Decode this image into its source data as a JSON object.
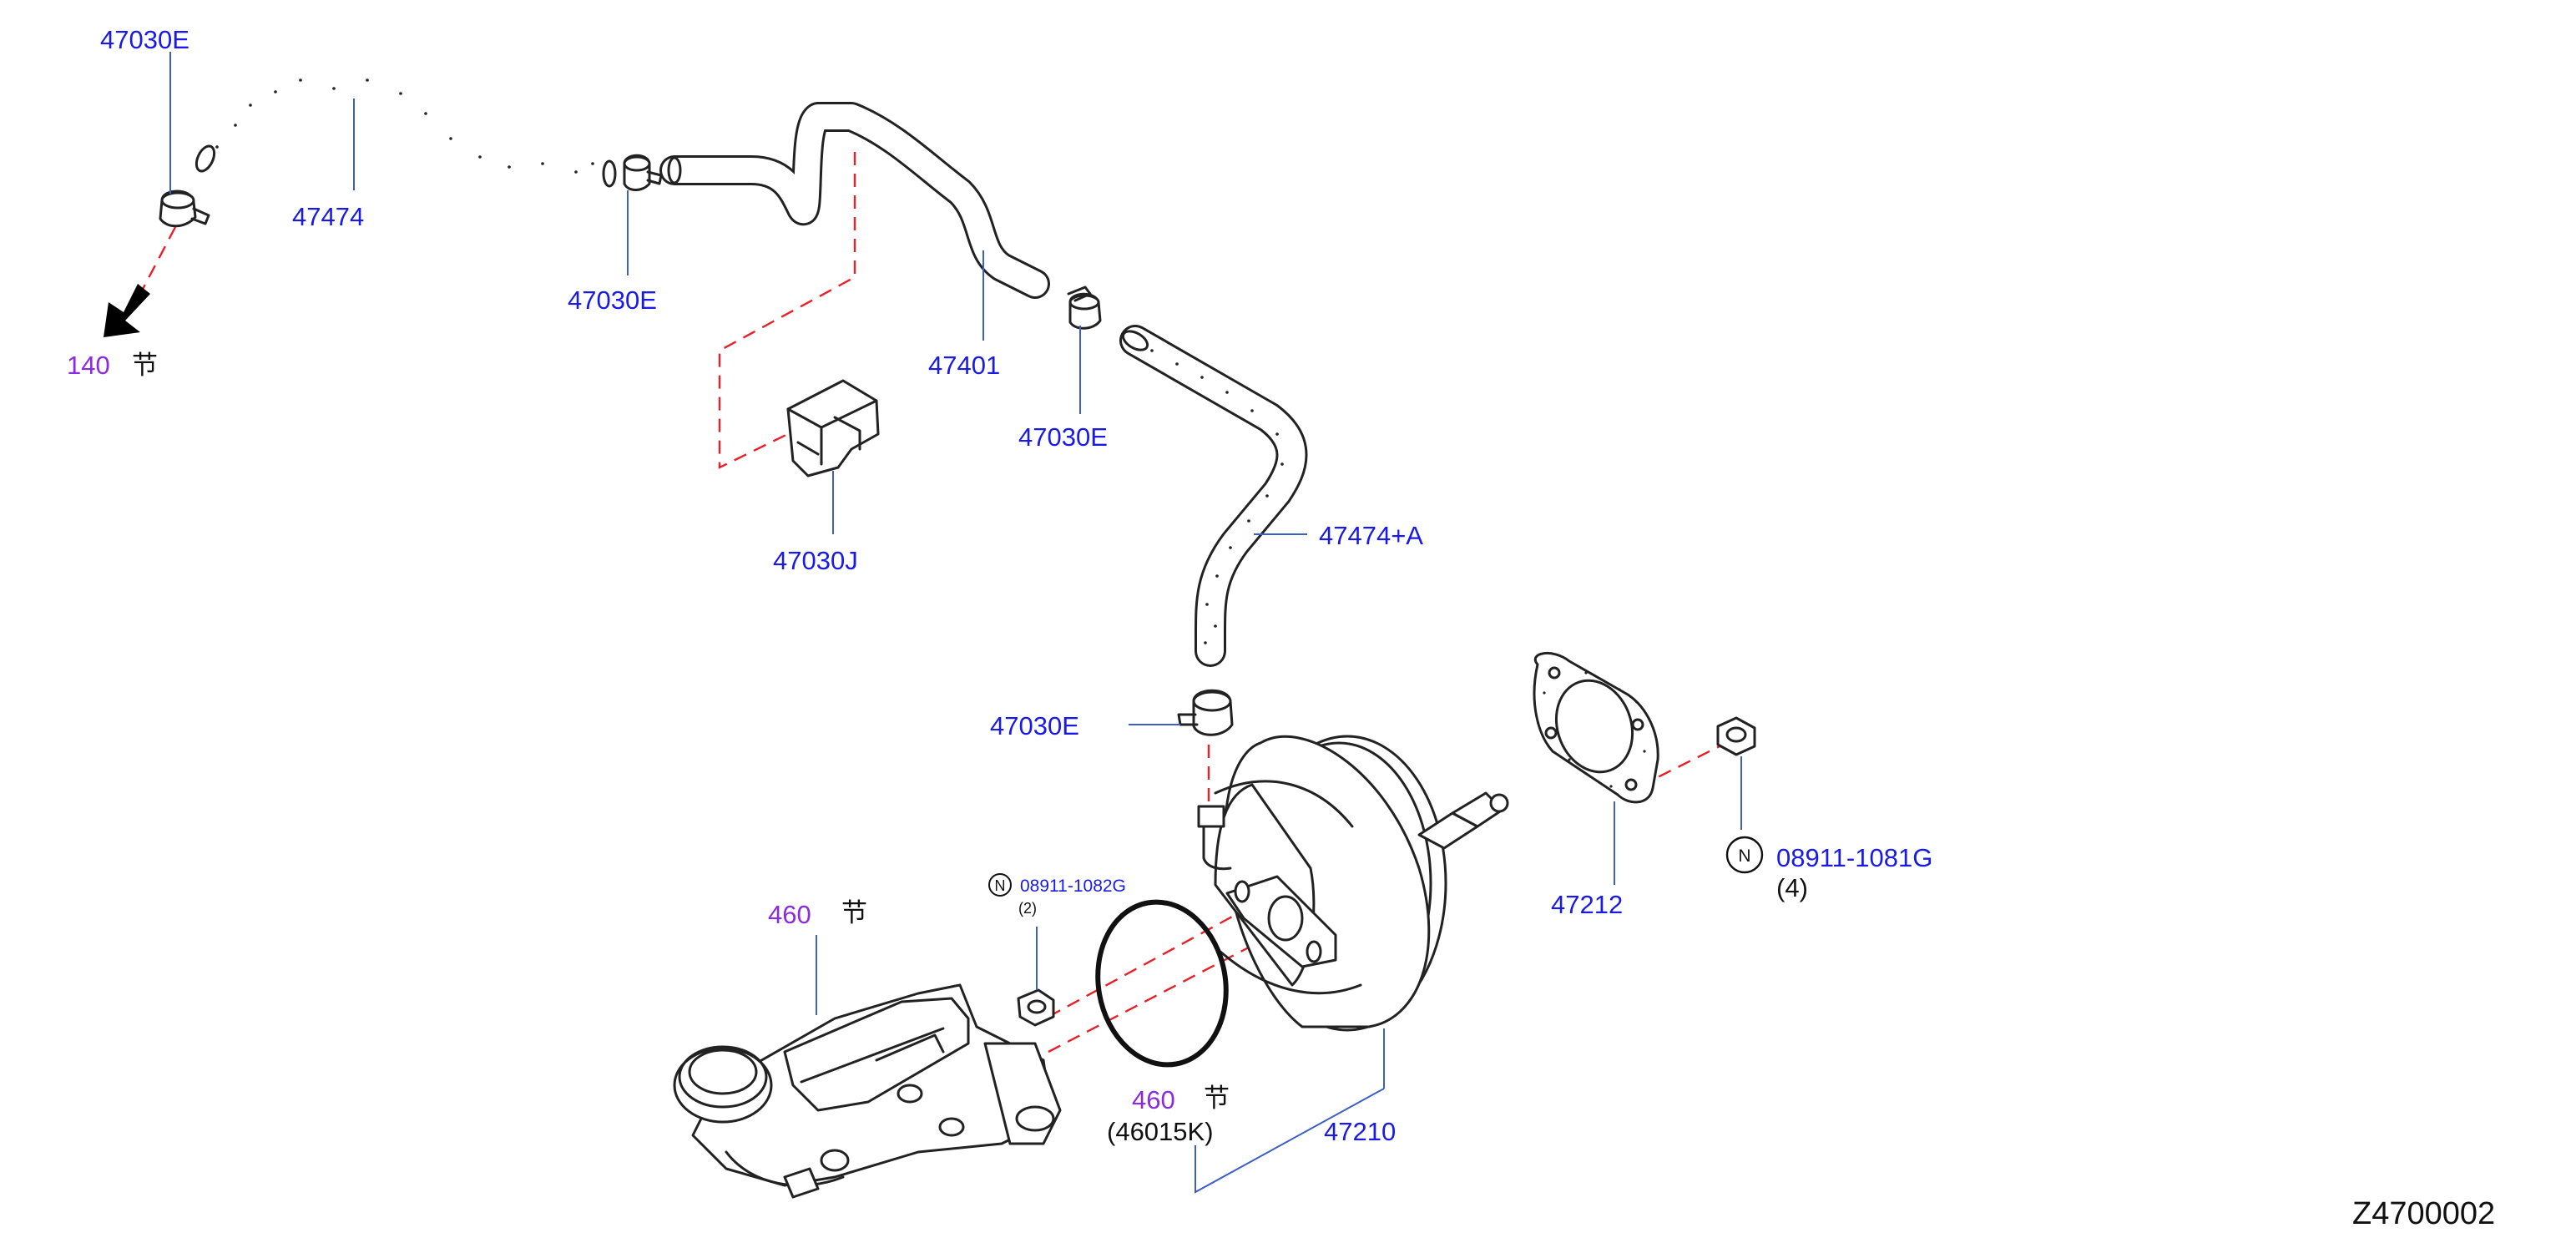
{
  "colors": {
    "part_number": "#1a1ae6",
    "section_ref": "#8a2be2",
    "text_black": "#111111",
    "leader_blue": "#3b5ec9",
    "dashed_red": "#e8202a",
    "outline": "#222222"
  },
  "section_refs": {
    "ref_140": {
      "number": "140",
      "char": "节"
    },
    "ref_460_top": {
      "number": "460",
      "char": "节"
    },
    "ref_460_bottom": {
      "number": "460",
      "char": "节",
      "sub": "(46015K)"
    }
  },
  "labels": {
    "clamp_top_left": "47030E",
    "hose_top": "47474",
    "clamp_upper_mid": "47030E",
    "tube_mid": "47401",
    "clamp_right": "47030E",
    "clip": "47030J",
    "hose_right": "47474+A",
    "clamp_lower": "47030E",
    "nut_small": "08911-1082G",
    "nut_small_qty": "(2)",
    "gasket": "47212",
    "nut_large": "08911-1081G",
    "nut_large_qty": "(4)",
    "booster": "47210",
    "nut_symbol": "N"
  },
  "icons": [
    "arrow-down-left-icon",
    "nut-symbol-icon"
  ],
  "footer": {
    "diagram_code": "Z4700002"
  }
}
